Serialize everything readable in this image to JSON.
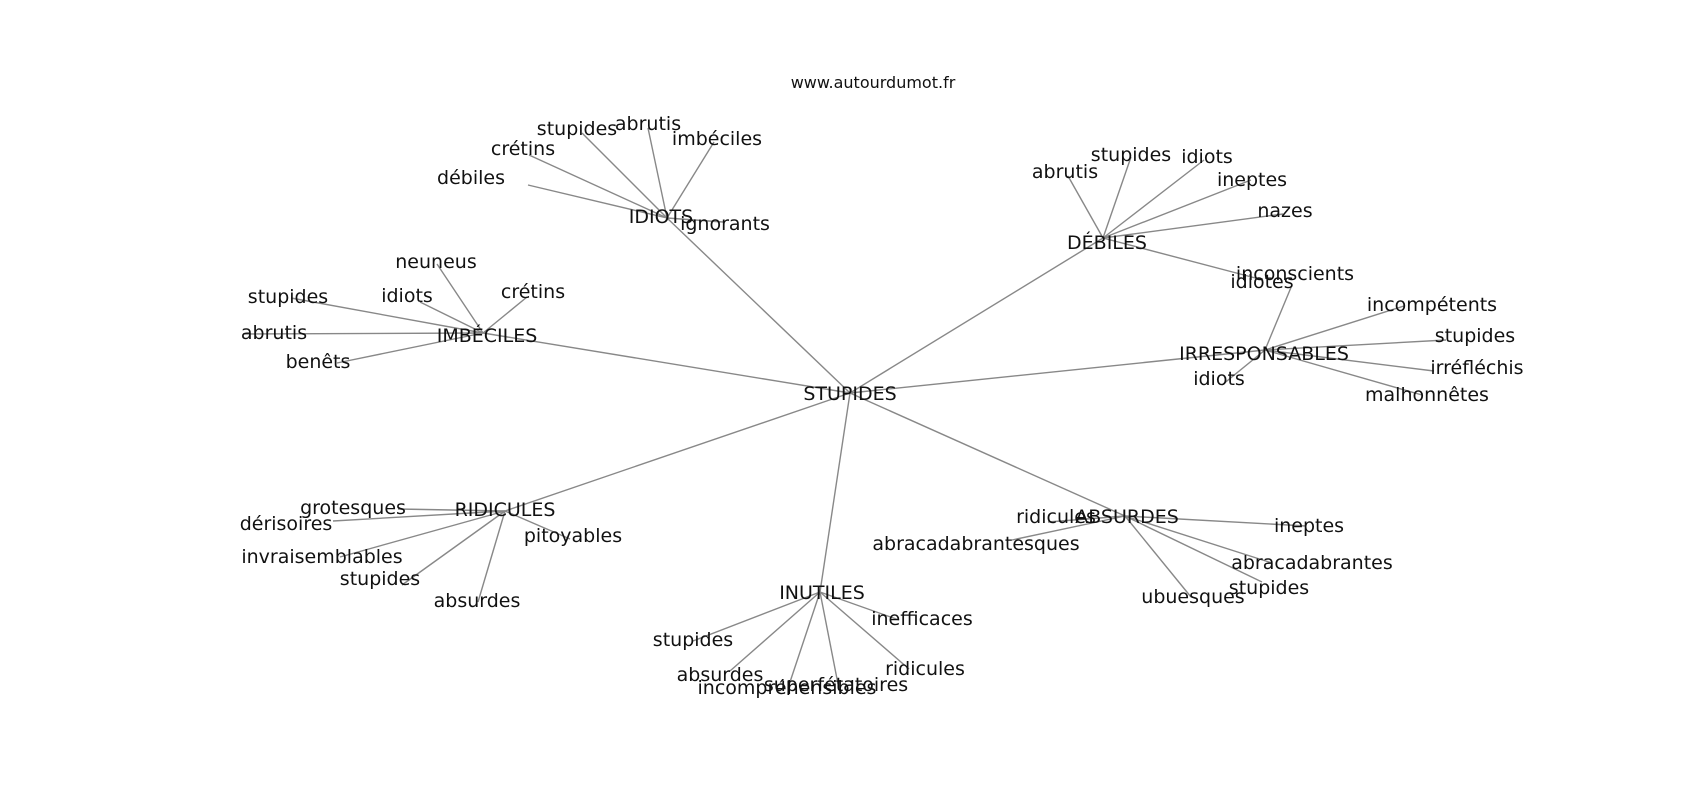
{
  "site_label": "www.autourdumot.fr",
  "center": {
    "word": "STUPIDES"
  },
  "clusters": [
    {
      "word": "IDIOTS",
      "leaves": [
        "débiles",
        "crétins",
        "stupides",
        "abrutis",
        "imbéciles",
        "ignorants"
      ]
    },
    {
      "word": "DÉBILES",
      "leaves": [
        "abrutis",
        "stupides",
        "idiots",
        "ineptes",
        "nazes",
        "idiotes"
      ]
    },
    {
      "word": "IMBÉCILES",
      "leaves": [
        "neuneus",
        "idiots",
        "crétins",
        "stupides",
        "abrutis",
        "benêts"
      ]
    },
    {
      "word": "IRRESPONSABLES",
      "leaves": [
        "inconscients",
        "incompétents",
        "stupides",
        "irréfléchis",
        "malhonnêtes",
        "idiots"
      ]
    },
    {
      "word": "RIDICULES",
      "leaves": [
        "grotesques",
        "dérisoires",
        "invraisemblables",
        "stupides",
        "absurdes",
        "pitoyables"
      ]
    },
    {
      "word": "ABSURDES",
      "leaves": [
        "ridicules",
        "abracadabrantesques",
        "ineptes",
        "abracadabrantes",
        "stupides",
        "ubuesques"
      ]
    },
    {
      "word": "INUTILES",
      "leaves": [
        "stupides",
        "absurdes",
        "incompréhensibles",
        "superfétatoires",
        "ridicules",
        "inefficaces"
      ]
    }
  ]
}
